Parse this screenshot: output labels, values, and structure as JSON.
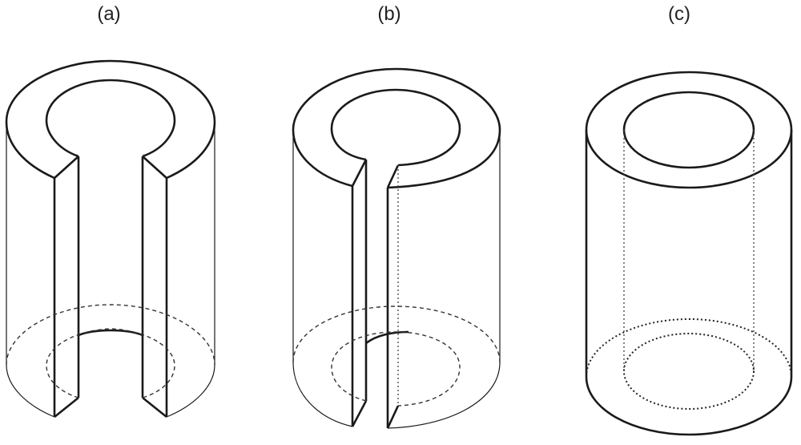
{
  "figure": {
    "labels": [
      "(a)",
      "(b)",
      "(c)"
    ]
  },
  "colors": {
    "line": "#1a1a1a",
    "background": "#ffffff"
  }
}
